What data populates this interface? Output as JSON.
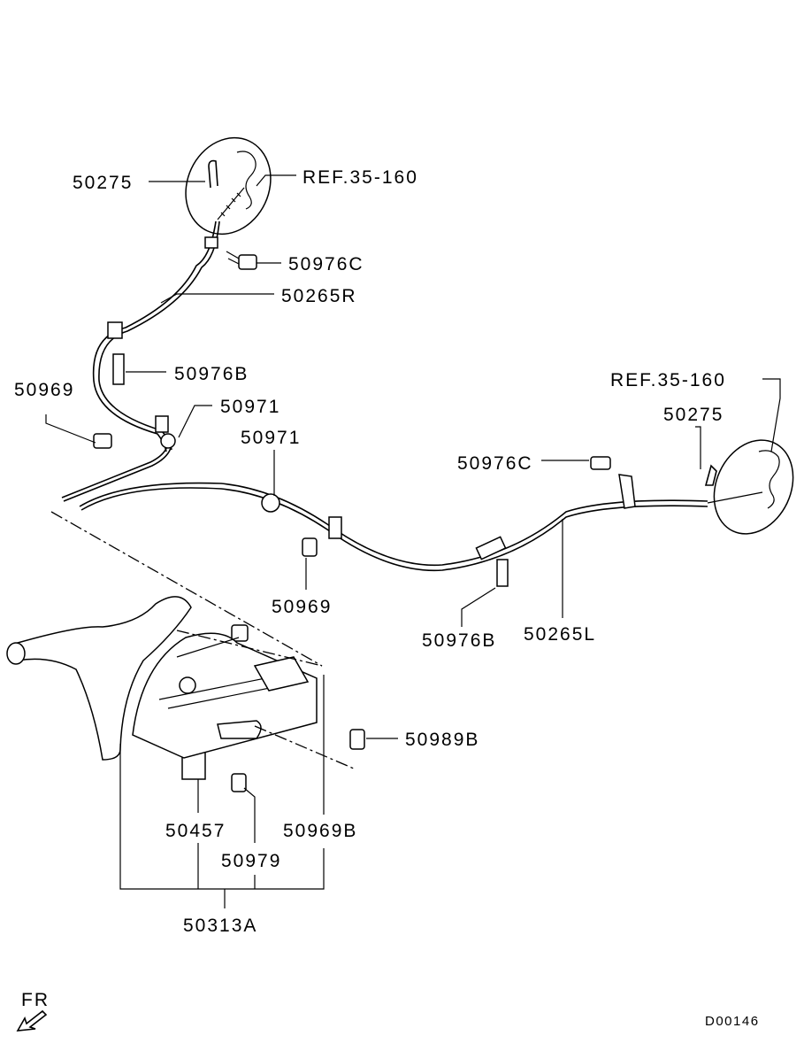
{
  "diagram_code": "D00146",
  "direction_label": "FR",
  "labels": {
    "p50275_top": "50275",
    "ref_top": "REF.35-160",
    "p50976c_top": "50976C",
    "p50265r": "50265R",
    "p50976b_top": "50976B",
    "p50969_left": "50969",
    "p50971_a": "50971",
    "p50971_b": "50971",
    "ref_right": "REF.35-160",
    "p50275_right": "50275",
    "p50976c_right": "50976C",
    "p50969_mid": "50969",
    "p50976b_bottom": "50976B",
    "p50265l": "50265L",
    "p50989b": "50989B",
    "p50457": "50457",
    "p50969b": "50969B",
    "p50979": "50979",
    "p50313a": "50313A"
  }
}
